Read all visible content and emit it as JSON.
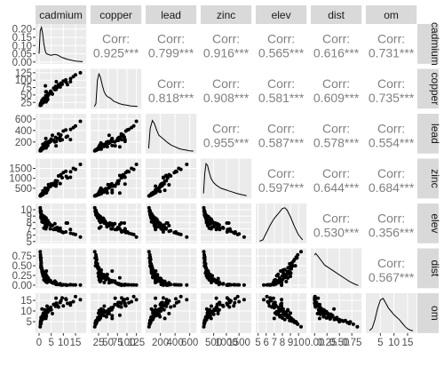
{
  "chart_data": {
    "type": "scatter",
    "plot_kind": "pairs-matrix",
    "grid": true,
    "variables": [
      "cadmium",
      "copper",
      "lead",
      "zinc",
      "elev",
      "dist",
      "om"
    ],
    "correlations": [
      {
        "row": "copper",
        "col": "cadmium",
        "label": "Corr:",
        "value": "0.925***"
      },
      {
        "row": "lead",
        "col": "cadmium",
        "label": "Corr:",
        "value": "0.799***"
      },
      {
        "row": "zinc",
        "col": "cadmium",
        "label": "Corr:",
        "value": "0.916***"
      },
      {
        "row": "elev",
        "col": "cadmium",
        "label": "Corr:",
        "value": "0.565***"
      },
      {
        "row": "dist",
        "col": "cadmium",
        "label": "Corr:",
        "value": "0.616***"
      },
      {
        "row": "om",
        "col": "cadmium",
        "label": "Corr:",
        "value": "0.731***"
      },
      {
        "row": "lead",
        "col": "copper",
        "label": "Corr:",
        "value": "0.818***"
      },
      {
        "row": "zinc",
        "col": "copper",
        "label": "Corr:",
        "value": "0.908***"
      },
      {
        "row": "elev",
        "col": "copper",
        "label": "Corr:",
        "value": "0.581***"
      },
      {
        "row": "dist",
        "col": "copper",
        "label": "Corr:",
        "value": "0.609***"
      },
      {
        "row": "om",
        "col": "copper",
        "label": "Corr:",
        "value": "0.735***"
      },
      {
        "row": "zinc",
        "col": "lead",
        "label": "Corr:",
        "value": "0.955***"
      },
      {
        "row": "elev",
        "col": "lead",
        "label": "Corr:",
        "value": "0.587***"
      },
      {
        "row": "dist",
        "col": "lead",
        "label": "Corr:",
        "value": "0.578***"
      },
      {
        "row": "om",
        "col": "lead",
        "label": "Corr:",
        "value": "0.554***"
      },
      {
        "row": "elev",
        "col": "zinc",
        "label": "Corr:",
        "value": "0.597***"
      },
      {
        "row": "dist",
        "col": "zinc",
        "label": "Corr:",
        "value": "0.644***"
      },
      {
        "row": "om",
        "col": "zinc",
        "label": "Corr:",
        "value": "0.684***"
      },
      {
        "row": "dist",
        "col": "elev",
        "label": "Corr:",
        "value": "0.530***"
      },
      {
        "row": "om",
        "col": "elev",
        "label": "Corr:",
        "value": "0.356***"
      },
      {
        "row": "om",
        "col": "dist",
        "label": "Corr:",
        "value": "0.567***"
      }
    ],
    "x_ticks": {
      "cadmium": [
        "0",
        "5",
        "10",
        "15"
      ],
      "copper": [
        "25",
        "50",
        "75",
        "100",
        "125"
      ],
      "lead": [
        "200",
        "400",
        "600"
      ],
      "zinc": [
        "500",
        "1000",
        "1500"
      ],
      "elev": [
        "5",
        "6",
        "7",
        "8",
        "9",
        "10"
      ],
      "dist": [
        "0.00",
        "0.25",
        "0.50",
        "0.75"
      ],
      "om": [
        "5",
        "10",
        "15"
      ]
    },
    "y_ticks": {
      "cadmium": [
        "0.00",
        "0.05",
        "0.10",
        "0.15",
        "0.20"
      ],
      "copper": [
        "25",
        "50",
        "75",
        "100",
        "125"
      ],
      "lead": [
        "200",
        "400",
        "600"
      ],
      "zinc": [
        "500",
        "1000",
        "1500"
      ],
      "elev": [
        "5",
        "6",
        "7",
        "8",
        "9",
        "10"
      ],
      "dist": [
        "0.00",
        "0.25",
        "0.50",
        "0.75"
      ],
      "om": [
        "5",
        "10",
        "15"
      ]
    },
    "y_ticks_note": "cadmium row shows density values (0.00–0.20); other rows share variable scales",
    "ranges": {
      "cadmium": [
        -0.5,
        18.5
      ],
      "copper": [
        10,
        132
      ],
      "lead": [
        30,
        660
      ],
      "zinc": [
        80,
        1900
      ],
      "elev": [
        5.0,
        10.7
      ],
      "dist": [
        -0.03,
        0.9
      ],
      "om": [
        0.5,
        17.5
      ]
    },
    "density_range": [
      0,
      0.22
    ],
    "densities": {
      "cadmium": {
        "x": [
          0,
          0.5,
          1,
          1.5,
          2,
          2.5,
          3,
          4,
          5,
          6,
          7,
          8,
          9,
          10,
          11,
          12,
          13,
          14,
          15,
          16,
          17,
          18
        ],
        "y": [
          0.05,
          0.19,
          0.21,
          0.17,
          0.11,
          0.07,
          0.05,
          0.045,
          0.04,
          0.045,
          0.045,
          0.04,
          0.03,
          0.025,
          0.02,
          0.015,
          0.012,
          0.008,
          0.005,
          0.004,
          0.003,
          0.002
        ]
      },
      "copper": {
        "x": [
          14,
          18,
          22,
          26,
          30,
          35,
          40,
          45,
          50,
          55,
          60,
          65,
          70,
          80,
          90,
          100,
          110,
          120,
          128
        ],
        "y": [
          0.002,
          0.02,
          0.16,
          0.2,
          0.18,
          0.13,
          0.09,
          0.07,
          0.06,
          0.055,
          0.045,
          0.035,
          0.03,
          0.02,
          0.014,
          0.01,
          0.006,
          0.004,
          0.003
        ]
      },
      "lead": {
        "x": [
          40,
          60,
          90,
          120,
          150,
          180,
          220,
          260,
          300,
          350,
          400,
          450,
          500,
          550,
          600,
          650
        ],
        "y": [
          0.02,
          0.14,
          0.19,
          0.17,
          0.13,
          0.1,
          0.085,
          0.07,
          0.055,
          0.04,
          0.03,
          0.02,
          0.014,
          0.01,
          0.006,
          0.004
        ]
      },
      "zinc": {
        "x": [
          100,
          150,
          200,
          260,
          320,
          400,
          500,
          600,
          700,
          800,
          900,
          1000,
          1100,
          1200,
          1400,
          1600,
          1800
        ],
        "y": [
          0.02,
          0.14,
          0.2,
          0.19,
          0.15,
          0.11,
          0.085,
          0.07,
          0.06,
          0.05,
          0.045,
          0.04,
          0.035,
          0.03,
          0.02,
          0.012,
          0.006
        ]
      },
      "elev": {
        "x": [
          5.2,
          5.6,
          6,
          6.5,
          7,
          7.5,
          8,
          8.3,
          8.6,
          9,
          9.5,
          10,
          10.5
        ],
        "y": [
          0.002,
          0.01,
          0.05,
          0.1,
          0.14,
          0.17,
          0.2,
          0.205,
          0.19,
          0.15,
          0.09,
          0.04,
          0.01
        ]
      },
      "dist": {
        "x": [
          0,
          0.02,
          0.05,
          0.1,
          0.15,
          0.2,
          0.3,
          0.4,
          0.5,
          0.6,
          0.7,
          0.8,
          0.88
        ],
        "y": [
          0.19,
          0.2,
          0.19,
          0.17,
          0.15,
          0.13,
          0.11,
          0.09,
          0.07,
          0.05,
          0.03,
          0.015,
          0.005
        ]
      },
      "om": {
        "x": [
          1,
          2,
          3,
          4,
          5,
          6,
          7,
          8,
          9,
          10,
          11,
          12,
          13,
          14,
          15,
          16,
          17
        ],
        "y": [
          0.004,
          0.02,
          0.07,
          0.14,
          0.19,
          0.2,
          0.17,
          0.14,
          0.12,
          0.1,
          0.085,
          0.07,
          0.05,
          0.03,
          0.015,
          0.007,
          0.003
        ]
      }
    },
    "scatter_points": [
      [
        11.7,
        85,
        299,
        1022,
        7.91,
        0.0014,
        13.6
      ],
      [
        8.6,
        81,
        277,
        1141,
        6.98,
        0.0122,
        14.0
      ],
      [
        6.5,
        68,
        199,
        640,
        7.8,
        0.103,
        13.0
      ],
      [
        2.6,
        81,
        116,
        257,
        7.66,
        0.19,
        8.0
      ],
      [
        2.8,
        48,
        117,
        269,
        7.48,
        0.277,
        8.7
      ],
      [
        3.0,
        61,
        137,
        281,
        7.79,
        0.364,
        7.8
      ],
      [
        3.2,
        31,
        132,
        346,
        8.22,
        0.19,
        9.2
      ],
      [
        2.8,
        29,
        150,
        406,
        8.49,
        0.092,
        9.5
      ],
      [
        2.4,
        37,
        133,
        347,
        8.67,
        0.184,
        10.6
      ],
      [
        1.6,
        24,
        80,
        183,
        9.05,
        0.31,
        6.3
      ],
      [
        1.4,
        25,
        86,
        189,
        9.02,
        0.315,
        6.4
      ],
      [
        1.8,
        25,
        97,
        251,
        9.0,
        0.228,
        9.0
      ],
      [
        11.2,
        93,
        285,
        1096,
        7.9,
        0.0,
        15.4
      ],
      [
        2.5,
        31,
        183,
        504,
        7.3,
        0.118,
        8.4
      ],
      [
        2.0,
        27,
        130,
        326,
        7.1,
        0.138,
        9.1
      ],
      [
        9.5,
        86,
        240,
        1032,
        6.5,
        0.0,
        16.2
      ],
      [
        7.0,
        69,
        133,
        606,
        6.9,
        0.07,
        16.0
      ],
      [
        7.1,
        95,
        211,
        711,
        7.0,
        0.02,
        13.7
      ],
      [
        8.7,
        77,
        228,
        735,
        7.1,
        0.04,
        14.0
      ],
      [
        12.9,
        95,
        241,
        1052,
        6.9,
        0.014,
        12.8
      ],
      [
        5.5,
        53,
        317,
        673,
        7.5,
        0.06,
        8.8
      ],
      [
        2.8,
        61,
        260,
        402,
        7.0,
        0.1,
        6.5
      ],
      [
        2.9,
        46,
        195,
        343,
        7.7,
        0.18,
        7.3
      ],
      [
        1.7,
        30,
        104,
        218,
        8.0,
        0.24,
        6.7
      ],
      [
        1.2,
        27,
        78,
        200,
        8.6,
        0.35,
        7.3
      ],
      [
        3.9,
        50,
        206,
        680,
        7.7,
        0.17,
        10.0
      ],
      [
        3.6,
        35,
        140,
        427,
        8.3,
        0.2,
        9.5
      ],
      [
        1.8,
        26,
        104,
        270,
        8.9,
        0.3,
        7.0
      ],
      [
        0.8,
        17,
        60,
        141,
        9.6,
        0.5,
        5.0
      ],
      [
        0.8,
        22,
        73,
        180,
        8.9,
        0.55,
        5.5
      ],
      [
        0.9,
        18,
        60,
        140,
        9.2,
        0.58,
        5.2
      ],
      [
        0.8,
        19,
        58,
        146,
        9.4,
        0.62,
        5.5
      ],
      [
        0.8,
        16,
        50,
        123,
        9.8,
        0.7,
        4.1
      ],
      [
        1.3,
        27,
        95,
        219,
        8.3,
        0.4,
        6.0
      ],
      [
        0.8,
        21,
        66,
        158,
        9.0,
        0.48,
        5.8
      ],
      [
        0.8,
        23,
        73,
        190,
        8.7,
        0.45,
        6.9
      ],
      [
        1.7,
        31,
        117,
        268,
        8.1,
        0.33,
        8.5
      ],
      [
        3.1,
        47,
        159,
        449,
        7.3,
        0.24,
        9.7
      ],
      [
        4.6,
        58,
        224,
        628,
        7.0,
        0.12,
        11.5
      ],
      [
        6.0,
        73,
        228,
        742,
        6.9,
        0.05,
        13.1
      ],
      [
        9.0,
        90,
        320,
        1180,
        6.6,
        0.01,
        14.8
      ],
      [
        15.0,
        118,
        480,
        1450,
        6.1,
        0.008,
        16.8
      ],
      [
        17.0,
        125,
        560,
        1700,
        5.7,
        0.005,
        15.3
      ],
      [
        13.0,
        105,
        420,
        1330,
        6.3,
        0.01,
        13.9
      ],
      [
        10.0,
        97,
        390,
        1290,
        6.4,
        0.012,
        12.4
      ],
      [
        8.0,
        85,
        340,
        1120,
        6.7,
        0.02,
        11.9
      ],
      [
        7.5,
        76,
        260,
        860,
        7.2,
        0.03,
        12.6
      ],
      [
        5.0,
        60,
        250,
        720,
        7.6,
        0.08,
        10.6
      ],
      [
        4.2,
        55,
        190,
        560,
        7.9,
        0.1,
        10.3
      ],
      [
        3.4,
        44,
        170,
        480,
        8.0,
        0.14,
        9.9
      ],
      [
        2.3,
        36,
        140,
        340,
        8.4,
        0.26,
        8.9
      ],
      [
        2.1,
        33,
        125,
        310,
        8.6,
        0.29,
        8.2
      ],
      [
        1.5,
        28,
        110,
        260,
        8.8,
        0.36,
        7.6
      ],
      [
        1.1,
        24,
        90,
        210,
        9.1,
        0.42,
        6.6
      ],
      [
        0.7,
        20,
        68,
        150,
        9.5,
        0.66,
        4.6
      ],
      [
        0.6,
        18,
        55,
        130,
        9.9,
        0.78,
        3.8
      ],
      [
        0.5,
        15,
        45,
        113,
        10.3,
        0.86,
        2.6
      ],
      [
        0.9,
        22,
        82,
        175,
        9.3,
        0.5,
        5.9
      ],
      [
        1.0,
        26,
        88,
        200,
        9.1,
        0.45,
        6.2
      ],
      [
        1.9,
        39,
        120,
        300,
        8.5,
        0.27,
        7.9
      ],
      [
        2.7,
        42,
        150,
        380,
        8.2,
        0.22,
        9.6
      ],
      [
        3.7,
        52,
        180,
        520,
        7.8,
        0.15,
        10.8
      ],
      [
        4.8,
        63,
        210,
        600,
        7.5,
        0.11,
        11.7
      ],
      [
        6.8,
        79,
        280,
        880,
        7.1,
        0.04,
        12.2
      ],
      [
        11.0,
        101,
        410,
        1350,
        6.5,
        0.01,
        15.7
      ],
      [
        14.1,
        112,
        450,
        1500,
        6.2,
        0.007,
        14.4
      ],
      [
        2.2,
        30,
        100,
        290,
        8.9,
        0.33,
        7.2
      ],
      [
        1.6,
        35,
        160,
        370,
        8.3,
        0.27,
        8.0
      ],
      [
        2.9,
        27,
        96,
        270,
        8.7,
        0.2,
        10.2
      ],
      [
        0.6,
        19,
        62,
        150,
        9.7,
        0.72,
        4.9
      ],
      [
        1.2,
        32,
        78,
        230,
        8.1,
        0.39,
        10.9
      ],
      [
        3.3,
        40,
        130,
        410,
        7.9,
        0.07,
        12.3
      ]
    ]
  }
}
